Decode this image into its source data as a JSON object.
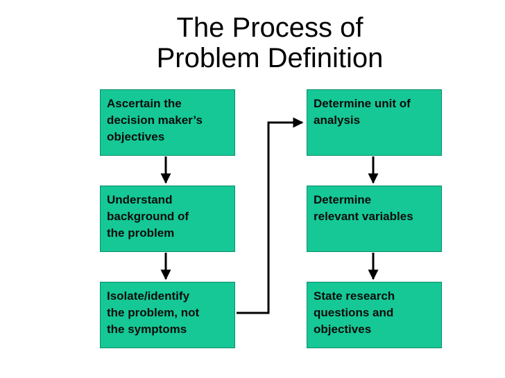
{
  "title": {
    "line1": "The Process of",
    "line2": "Problem Definition"
  },
  "steps": {
    "left": [
      "Ascertain the\ndecision maker’s\nobjectives",
      "Understand\nbackground of\nthe problem",
      "Isolate/identify\nthe problem, not\nthe symptoms"
    ],
    "right": [
      "Determine unit of\nanalysis",
      "Determine\nrelevant variables",
      "State research\nquestions and\nobjectives"
    ]
  },
  "colors": {
    "box_fill": "#15c896",
    "arrow": "#000000"
  }
}
